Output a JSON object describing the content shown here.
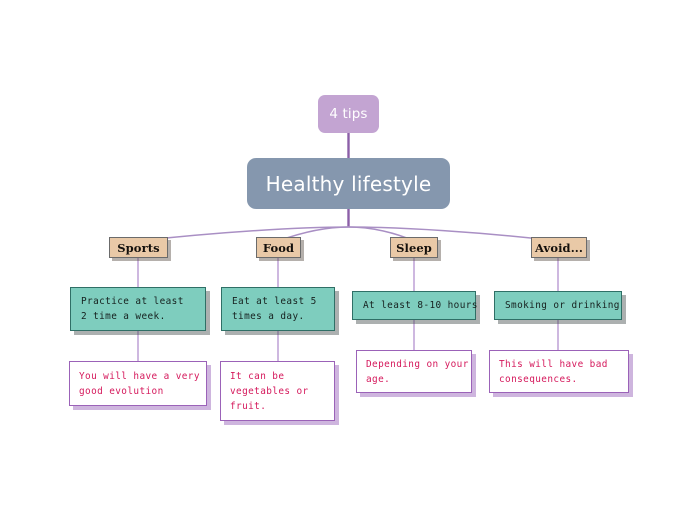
{
  "diagram": {
    "type": "mind-map",
    "title": "Healthy lifestyle mind map",
    "root": {
      "label": "4 tips"
    },
    "center": {
      "label": "Healthy lifestyle"
    },
    "branches": [
      {
        "label": "Sports",
        "fact_lines": [
          "Practice at least",
          "2 time a week."
        ],
        "note_lines": [
          "You will have a very",
          "good evolution"
        ]
      },
      {
        "label": "Food",
        "fact_lines": [
          "Eat at least 5",
          "times a day."
        ],
        "note_lines": [
          "It can be",
          "vegetables or",
          "fruit."
        ]
      },
      {
        "label": "Sleep",
        "fact_lines": [
          "At least 8-10 hours"
        ],
        "note_lines": [
          "Depending on your",
          "age."
        ]
      },
      {
        "label": "Avoid...",
        "fact_lines": [
          "Smoking or drinking"
        ],
        "note_lines": [
          "This will have bad",
          "consequences."
        ]
      }
    ],
    "colors": {
      "root_fill": "#c3a4d2",
      "center_fill": "#8597ae",
      "center_text": "#ffffff",
      "branch_label_fill": "#e9c9a7",
      "branch_label_text": "#14100c",
      "fact_fill": "#7ecdbe",
      "fact_text": "#16211f",
      "note_fill": "#ffffff",
      "note_border": "#9b62b8",
      "note_text": "#d5195c",
      "connector": "#a98fc4",
      "background": "#ffffff"
    }
  }
}
